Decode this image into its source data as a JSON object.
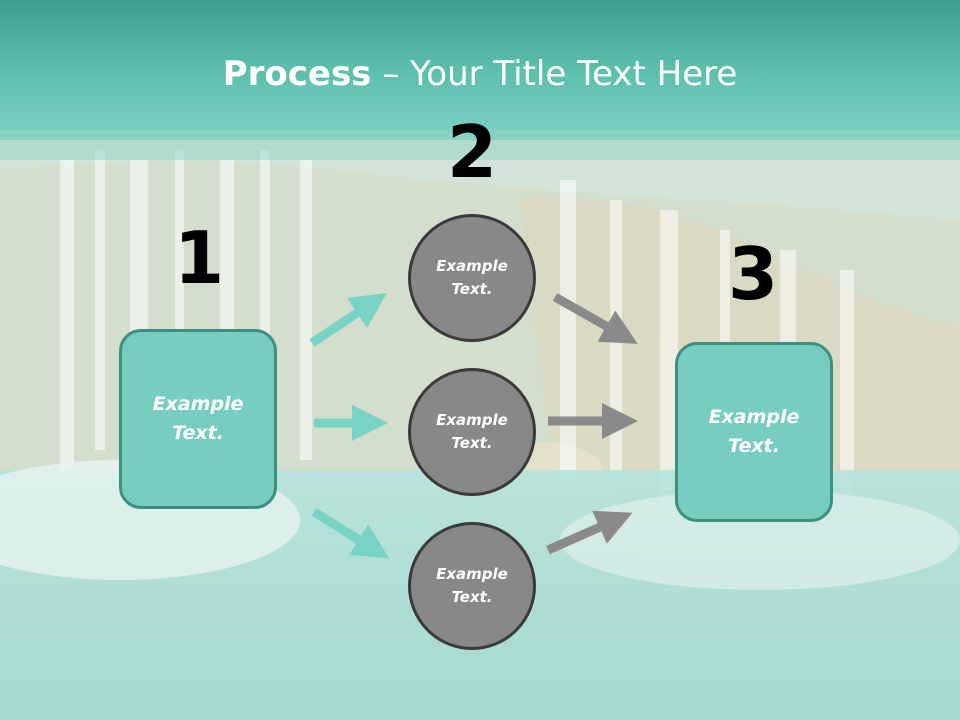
{
  "slide": {
    "title_bold": "Process",
    "title_rest": " – Your Title Text Here",
    "step_numbers": [
      "1",
      "2",
      "3"
    ],
    "left_box": "Example Text.",
    "circles": [
      "Example Text.",
      "Example Text.",
      "Example Text."
    ],
    "right_box": "Example Text."
  },
  "colors": {
    "teal_band": "#4fb8a4",
    "box_fill": "#77cdc0",
    "box_border": "#3f8f80",
    "circle_fill": "#888888",
    "circle_border": "#3a3a3a",
    "arrow_teal": "#78d3c4",
    "arrow_gray": "#8a8a8a"
  }
}
